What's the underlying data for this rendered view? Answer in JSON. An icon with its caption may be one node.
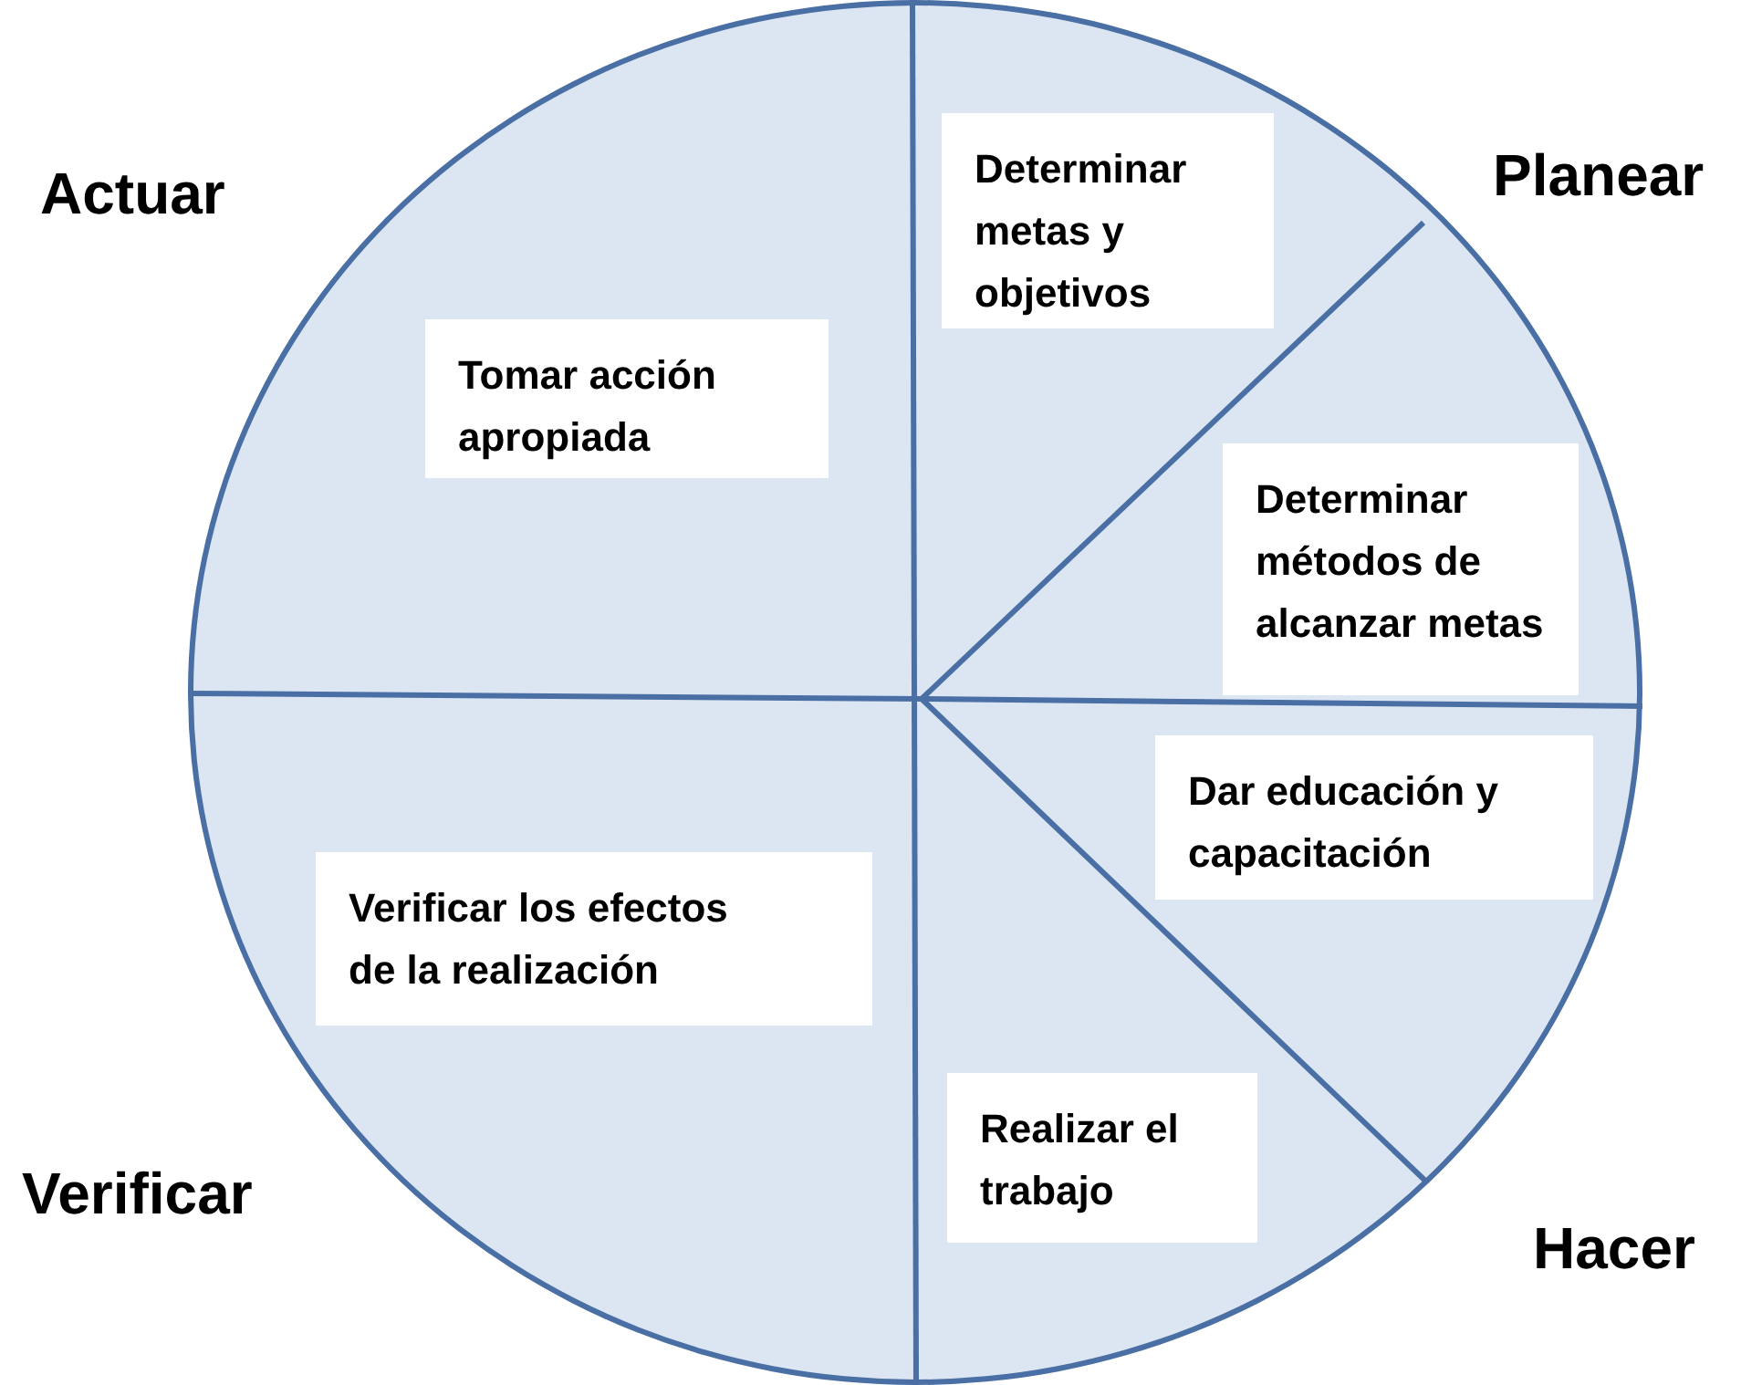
{
  "diagram": {
    "nodes": [
      {
        "text": [],
        "shape": "circle"
      },
      {
        "text": [
          "Determinar metas y objetivos"
        ],
        "in": 0
      },
      {
        "text": [
          "Tomar acción apropiada"
        ],
        "in": 0
      },
      {
        "text": [
          "Determinar métodos de alcanzar metas"
        ],
        "in": 0
      },
      {
        "text": [
          "Dar educación y capacitación"
        ],
        "in": 0
      },
      {
        "text": [
          "Verificar los efectos de la realización"
        ],
        "in": 0
      },
      {
        "text": [
          "Realizar el trabajo"
        ],
        "in": 0
      }
    ],
    "labels": [
      "Actuar",
      "Planear",
      "Hacer",
      "Verificar"
    ]
  }
}
